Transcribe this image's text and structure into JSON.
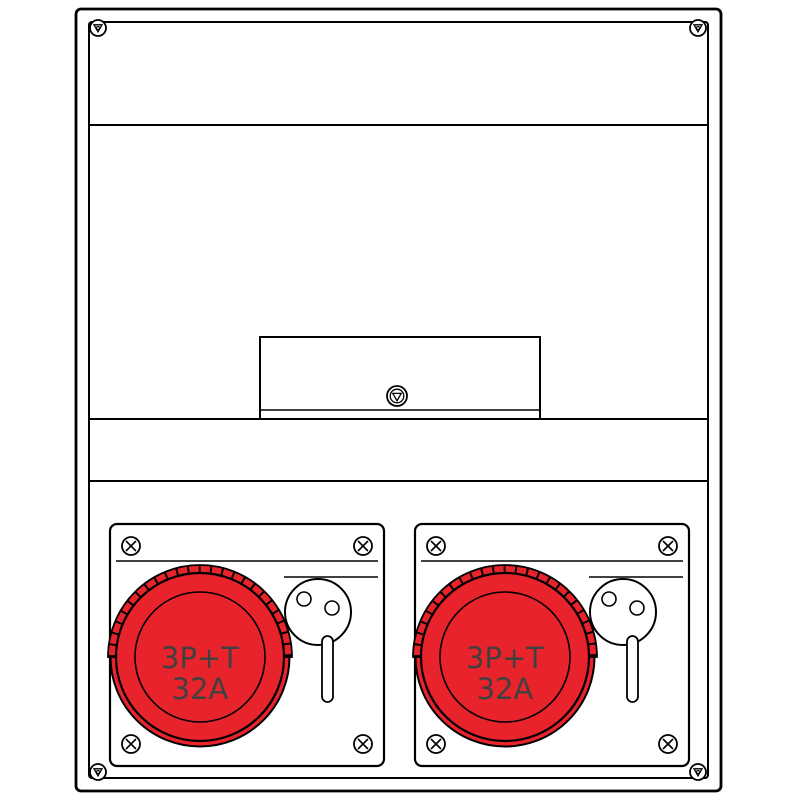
{
  "colors": {
    "socket_red": "#e8232b",
    "line": "#000000",
    "label_text": "#404040",
    "background": "#ffffff"
  },
  "sockets": [
    {
      "position": "left",
      "label_line1": "3P+T",
      "label_line2": "32A"
    },
    {
      "position": "right",
      "label_line1": "3P+T",
      "label_line2": "32A"
    }
  ]
}
